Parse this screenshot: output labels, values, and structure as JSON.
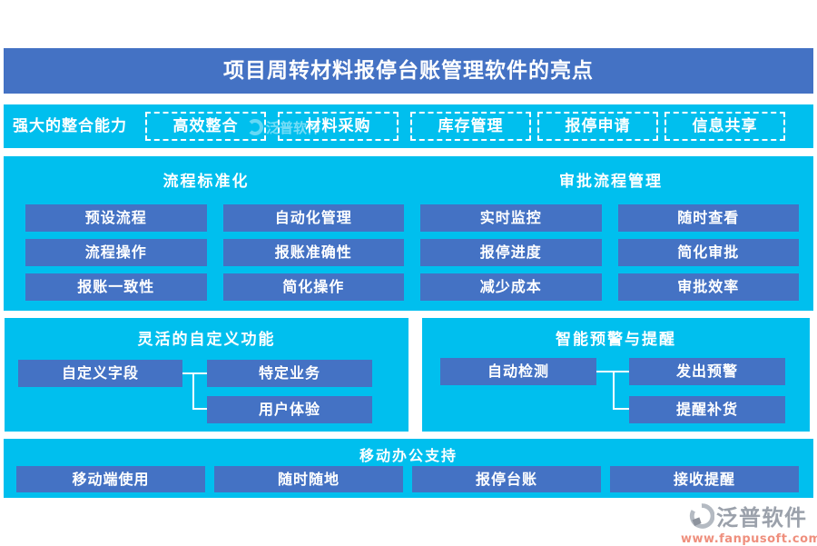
{
  "title": "项目周转材料报停台账管理软件的亮点",
  "integration_bar": {
    "label": "强大的整合能力",
    "buttons": [
      "高效整合",
      "材料采购",
      "库存管理",
      "报停申请",
      "信息共享"
    ]
  },
  "process_section": {
    "left_header": "流程标准化",
    "right_header": "审批流程管理",
    "rows": [
      [
        "预设流程",
        "自动化管理",
        "实时监控",
        "随时查看"
      ],
      [
        "流程操作",
        "报账准确性",
        "报停进度",
        "简化审批"
      ],
      [
        "报账一致性",
        "简化操作",
        "减少成本",
        "审批效率"
      ]
    ]
  },
  "custom_section": {
    "header": "灵活的自定义功能",
    "source": "自定义字段",
    "targets": [
      "特定业务",
      "用户体验"
    ]
  },
  "alert_section": {
    "header": "智能预警与提醒",
    "source": "自动检测",
    "targets": [
      "发出预警",
      "提醒补货"
    ]
  },
  "mobile_section": {
    "header": "移动办公支持",
    "buttons": [
      "移动端使用",
      "随时随地",
      "报停台账",
      "接收提醒"
    ]
  },
  "footer": {
    "brand": "泛普软件",
    "url": "www.fanpusoft.com"
  },
  "watermark": "泛普软件",
  "colors": {
    "header_blue": "#4472c4",
    "cyan": "#00bfee",
    "chip_blue": "#4472c4",
    "brand_gray": "#9ba1ab",
    "brand_salmon": "#ef8f7d"
  }
}
